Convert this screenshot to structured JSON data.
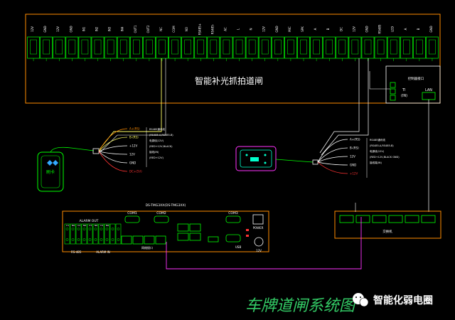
{
  "title": "车牌道闸系统图",
  "watermark": "智能化弱电圈",
  "colors": {
    "terminal": "#00ff00",
    "frame_orange": "#ff8c00",
    "wire_yellow": "#ffff66",
    "wire_magenta": "#ff33ff",
    "wire_white": "#ffffff",
    "title": "#33cc66"
  },
  "terminal_strip": {
    "labels": [
      "12V",
      "GND",
      "12V",
      "GND",
      "IN1",
      "IN2",
      "IN3",
      "IN4",
      "OUT1",
      "OUT2",
      "NC",
      "COM",
      "NO",
      "RS485+",
      "RS485-",
      "AC",
      "L",
      "N",
      "12V",
      "GND",
      "MIC",
      "SPK",
      "A",
      "B",
      "DC",
      "12V",
      "GND",
      "RS485",
      "LED",
      "A",
      "B",
      "GND"
    ]
  },
  "camera_title": "智能补光抓拍道闸",
  "right_panel": {
    "title": "控制器接口",
    "in_label": "TI",
    "sub_label": "(IN)",
    "out_label": "LAN"
  },
  "left_reader": {
    "label": "刷卡",
    "wires": [
      "A+(RS)",
      "B-(RS)",
      "+12V",
      "12V",
      "GND",
      "DC+(5V)"
    ],
    "notes": [
      "RS485通讯线",
      "(RS485-A,RS485-B)",
      "电源线(12V)",
      "(RED+12V,BLACK)",
      "接线(IN)",
      "(RED+12V)"
    ]
  },
  "right_reader": {
    "wires": [
      "A+(RS)",
      "B-(RS)",
      "12V",
      "GND",
      "+12V"
    ],
    "notes": [
      "RS485通讯线",
      "(RS485-A,RS485-B)",
      "电源线(12V)",
      "(RED+12V,BLACK GND)",
      "接线端(IN)"
    ]
  },
  "controller": {
    "header": "DS-TMG3XX(DS-TMG3XX)",
    "alarm_out_label": "ALARM OUT",
    "alarm_in_label": "ALARM IN",
    "rs485_label": "RS-485",
    "com_ports": [
      "COM1",
      "COM2",
      "COM3"
    ],
    "power_label": "POWER",
    "net_label": "网络接口",
    "usb_label": "USB",
    "volt_label": "12V",
    "relay_labels": [
      "C1",
      "NO",
      "C2",
      "NO",
      "C3",
      "NO",
      "C4",
      "NO"
    ]
  },
  "switch_label": "交换机"
}
